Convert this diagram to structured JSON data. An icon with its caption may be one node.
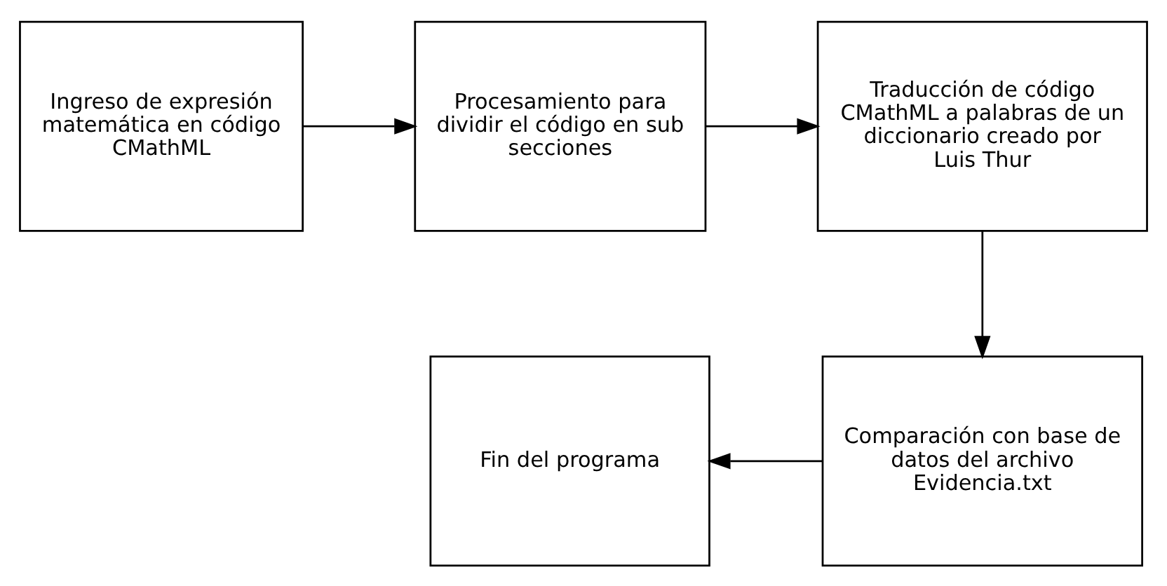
{
  "diagram": {
    "nodes": [
      {
        "text": [
          "Ingreso de expresión matemática en código CMathML"
        ]
      },
      {
        "text": [
          "Procesamiento para dividir el código en sub secciones"
        ]
      },
      {
        "text": [
          "Traducción de código CMathML a palabras de un diccionario creado por Luis Thur"
        ]
      },
      {
        "text": [
          "Fin del programa"
        ]
      },
      {
        "text": [
          "Comparación con base de datos del archivo Evidencia.txt"
        ]
      }
    ],
    "edges": [
      {
        "from": 0,
        "to": 1,
        "arrow": "to"
      },
      {
        "from": 1,
        "to": 2,
        "arrow": "to"
      },
      {
        "from": 2,
        "to": 4,
        "arrow": "to"
      },
      {
        "from": 4,
        "to": 3,
        "arrow": "to"
      }
    ]
  }
}
